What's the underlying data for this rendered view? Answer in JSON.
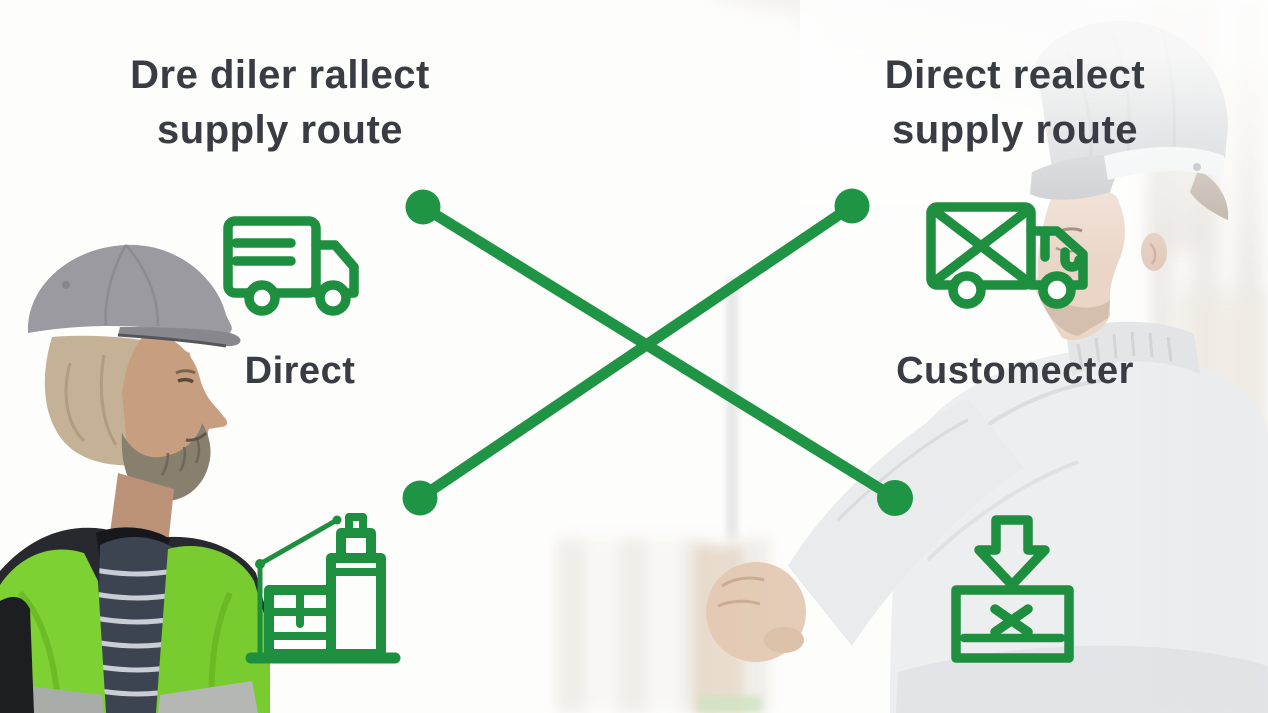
{
  "slide": {
    "kind": "supply-route-infographic"
  },
  "colors": {
    "accent_green": "#1e8e3f",
    "line_green": "#1f9444",
    "title_text": "#393d43",
    "vest_green": "#7ed133"
  },
  "left_panel": {
    "title_line1": "Dre diler rallect",
    "title_line2": "supply route",
    "node_top_label": "Direct"
  },
  "right_panel": {
    "title_line1": "Direct realect",
    "title_line2": "supply route",
    "node_top_label": "Customecter"
  },
  "icons": {
    "left_top": "delivery-truck-icon",
    "left_bottom": "construction-site-crane-icon",
    "right_top": "cargo-truck-crossed-box-icon",
    "right_bottom": "package-receive-icon"
  },
  "diagram": {
    "connection_style": "crossed-lines",
    "dot_count": 4
  }
}
